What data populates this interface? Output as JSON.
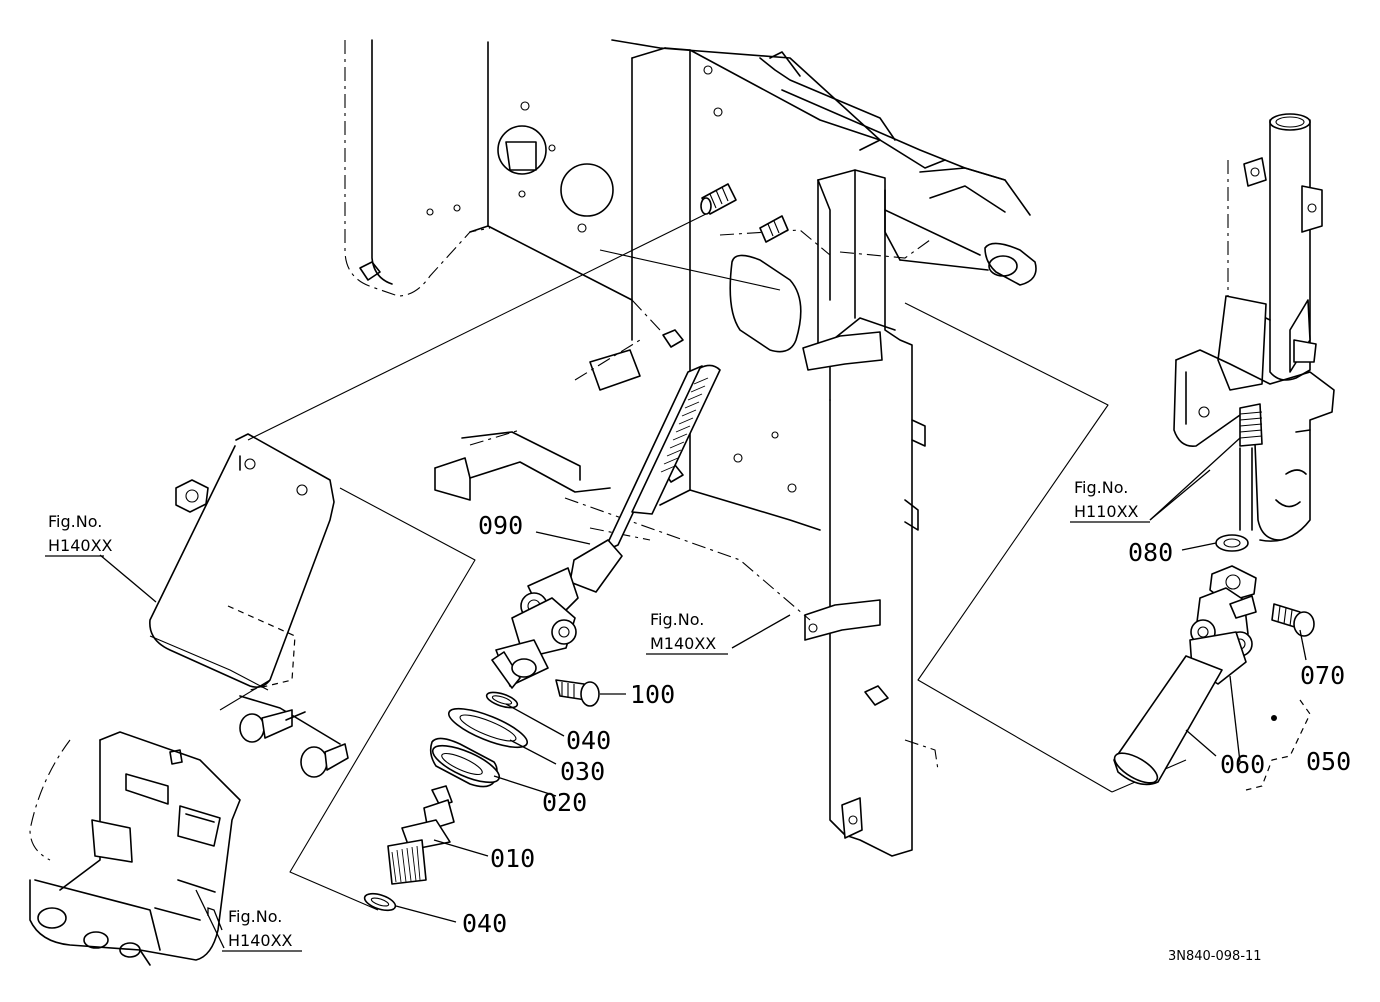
{
  "labels": {
    "p010": "010",
    "p020": "020",
    "p030": "030",
    "p040_upper": "040",
    "p040_lower": "040",
    "p050": "050",
    "p060": "060",
    "p070": "070",
    "p080": "080",
    "p090": "090",
    "p100": "100"
  },
  "figure_refs": {
    "left_top": {
      "prefix": "Fig.No.",
      "code": "H140XX"
    },
    "left_bottom": {
      "prefix": "Fig.No.",
      "code": "H140XX"
    },
    "center": {
      "prefix": "Fig.No.",
      "code": "M140XX"
    },
    "right": {
      "prefix": "Fig.No.",
      "code": "H110XX"
    }
  },
  "drawing_code": "3N840-098-11"
}
